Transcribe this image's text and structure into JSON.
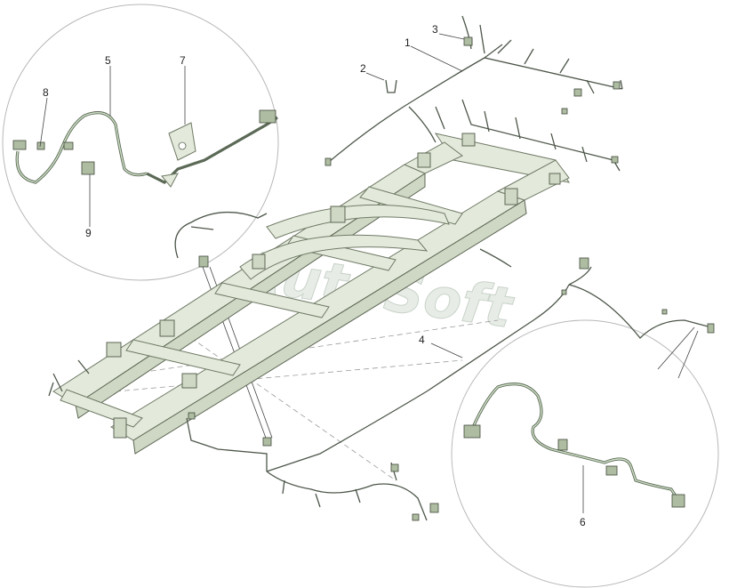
{
  "watermark": "AutoSoft",
  "callouts": [
    {
      "id": "1",
      "text": "1"
    },
    {
      "id": "2",
      "text": "2"
    },
    {
      "id": "3",
      "text": "3"
    },
    {
      "id": "4",
      "text": "4"
    },
    {
      "id": "5",
      "text": "5"
    },
    {
      "id": "6",
      "text": "6"
    },
    {
      "id": "7",
      "text": "7"
    },
    {
      "id": "8",
      "text": "8"
    },
    {
      "id": "9",
      "text": "9"
    }
  ],
  "colors": {
    "frame": "#e4eadb",
    "wire": "#4d574a",
    "callout_text": "#222222",
    "detail_circle": "#b8b8b8"
  }
}
